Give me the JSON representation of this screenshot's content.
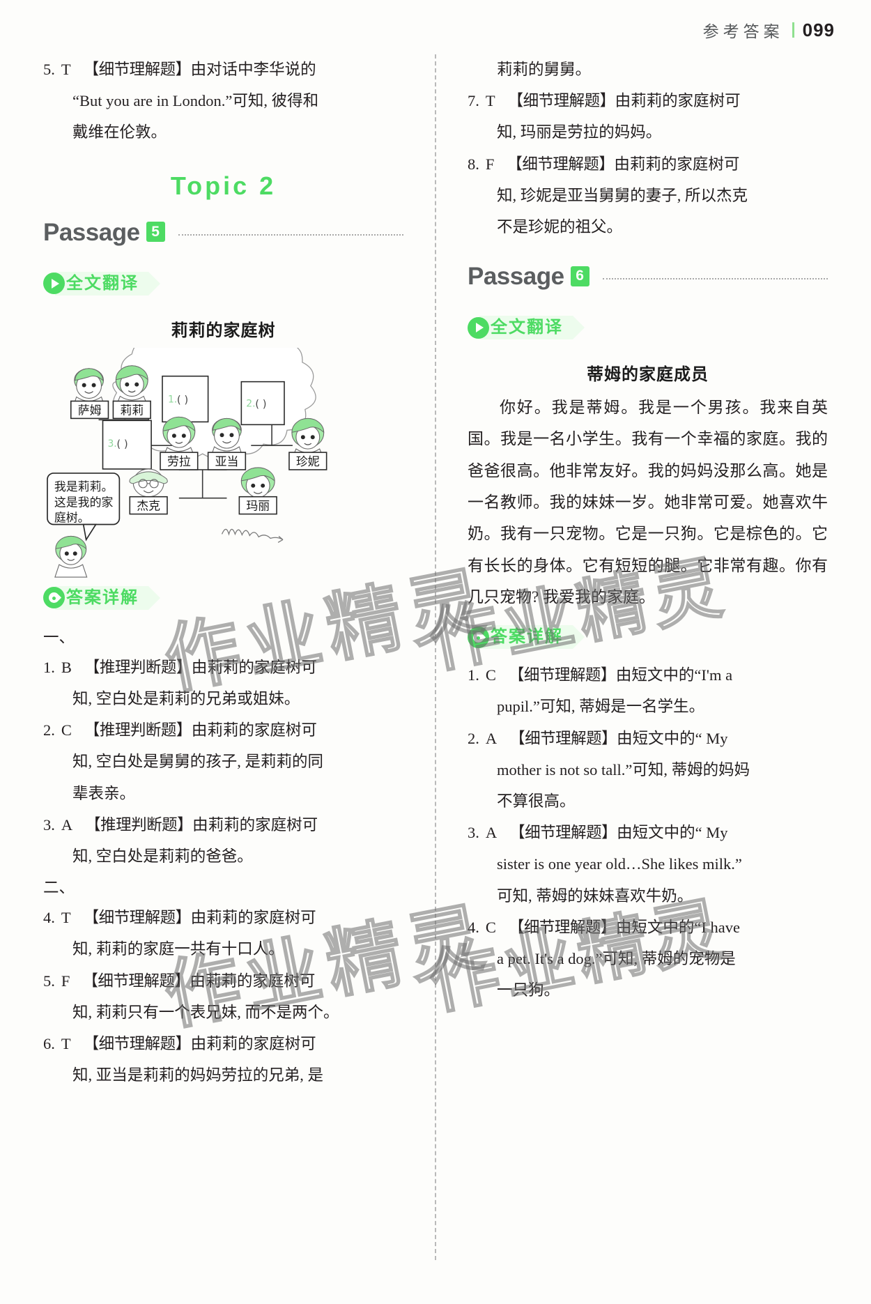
{
  "header": {
    "title": "参考答案",
    "page_number": "099",
    "accent": "#8fe08f"
  },
  "watermark": {
    "text": "作业精灵"
  },
  "theme": {
    "green": "#4ddb63",
    "green_pale": "#edfced",
    "text": "#231f20"
  },
  "left_column": {
    "continued_answers": [
      {
        "num": "5.",
        "choice": "T",
        "tag": "【细节理解题】",
        "lines": [
          "由对话中李华说的",
          "“But you are in London.”可知, 彼得和",
          "戴维在伦敦。"
        ]
      }
    ],
    "topic_title": "Topic  2",
    "passage": {
      "label": "Passage",
      "number": "5"
    },
    "translation_ribbon": {
      "icon": "play-icon",
      "label": "全文翻译"
    },
    "article_title": "莉莉的家庭树",
    "figure": {
      "name": "lily-family-tree-diagram",
      "speech_bubble": [
        "我是莉莉。",
        "这是我的家",
        "庭树。"
      ],
      "people": [
        "萨姆",
        "莉莉",
        "劳拉",
        "亚当",
        "珍妮",
        "杰克",
        "玛丽"
      ],
      "blanks": [
        "1. (        )",
        "2. (        )",
        "3. (        )"
      ]
    },
    "explain_ribbon": {
      "icon": "droplet-icon",
      "label": "答案详解"
    },
    "group_one": "一、",
    "group_two": "二、",
    "answers_one": [
      {
        "num": "1.",
        "choice": "B",
        "tag": "【推理判断题】",
        "lines": [
          "由莉莉的家庭树可",
          "知, 空白处是莉莉的兄弟或姐妹。"
        ]
      },
      {
        "num": "2.",
        "choice": "C",
        "tag": "【推理判断题】",
        "lines": [
          "由莉莉的家庭树可",
          "知, 空白处是舅舅的孩子, 是莉莉的同",
          "辈表亲。"
        ]
      },
      {
        "num": "3.",
        "choice": "A",
        "tag": "【推理判断题】",
        "lines": [
          "由莉莉的家庭树可",
          "知, 空白处是莉莉的爸爸。"
        ]
      }
    ],
    "answers_two": [
      {
        "num": "4.",
        "choice": "T",
        "tag": "【细节理解题】",
        "lines": [
          "由莉莉的家庭树可",
          "知, 莉莉的家庭一共有十口人。"
        ]
      },
      {
        "num": "5.",
        "choice": "F",
        "tag": "【细节理解题】",
        "lines": [
          "由莉莉的家庭树可",
          "知, 莉莉只有一个表兄妹, 而不是两个。"
        ]
      },
      {
        "num": "6.",
        "choice": "T",
        "tag": "【细节理解题】",
        "lines": [
          "由莉莉的家庭树可",
          "知, 亚当是莉莉的妈妈劳拉的兄弟, 是"
        ]
      }
    ]
  },
  "right_column": {
    "carryover_line": "莉莉的舅舅。",
    "answers_two_cont": [
      {
        "num": "7.",
        "choice": "T",
        "tag": "【细节理解题】",
        "lines": [
          "由莉莉的家庭树可",
          "知, 玛丽是劳拉的妈妈。"
        ]
      },
      {
        "num": "8.",
        "choice": "F",
        "tag": "【细节理解题】",
        "lines": [
          "由莉莉的家庭树可",
          "知, 珍妮是亚当舅舅的妻子, 所以杰克",
          "不是珍妮的祖父。"
        ]
      }
    ],
    "passage": {
      "label": "Passage",
      "number": "6"
    },
    "translation_ribbon": {
      "icon": "play-icon",
      "label": "全文翻译"
    },
    "article_title": "蒂姆的家庭成员",
    "article_body": "你好。我是蒂姆。我是一个男孩。我来自英国。我是一名小学生。我有一个幸福的家庭。我的爸爸很高。他非常友好。我的妈妈没那么高。她是一名教师。我的妹妹一岁。她非常可爱。她喜欢牛奶。我有一只宠物。它是一只狗。它是棕色的。它有长长的身体。它有短短的腿。它非常有趣。你有几只宠物? 我爱我的家庭。",
    "explain_ribbon": {
      "icon": "droplet-icon",
      "label": "答案详解"
    },
    "answers": [
      {
        "num": "1.",
        "choice": "C",
        "tag": "【细节理解题】",
        "lines": [
          "由短文中的“I'm a",
          "pupil.”可知, 蒂姆是一名学生。"
        ]
      },
      {
        "num": "2.",
        "choice": "A",
        "tag": "【细节理解题】",
        "lines": [
          "由短文中的“ My",
          "mother is not so tall.”可知, 蒂姆的妈妈",
          "不算很高。"
        ]
      },
      {
        "num": "3.",
        "choice": "A",
        "tag": "【细节理解题】",
        "lines": [
          "由短文中的“ My",
          "sister is one year old…She likes milk.”",
          "可知, 蒂姆的妹妹喜欢牛奶。"
        ]
      },
      {
        "num": "4.",
        "choice": "C",
        "tag": "【细节理解题】",
        "lines": [
          "由短文中的“I have",
          "a pet. It's a dog.”可知, 蒂姆的宠物是",
          "一只狗。"
        ]
      }
    ]
  }
}
